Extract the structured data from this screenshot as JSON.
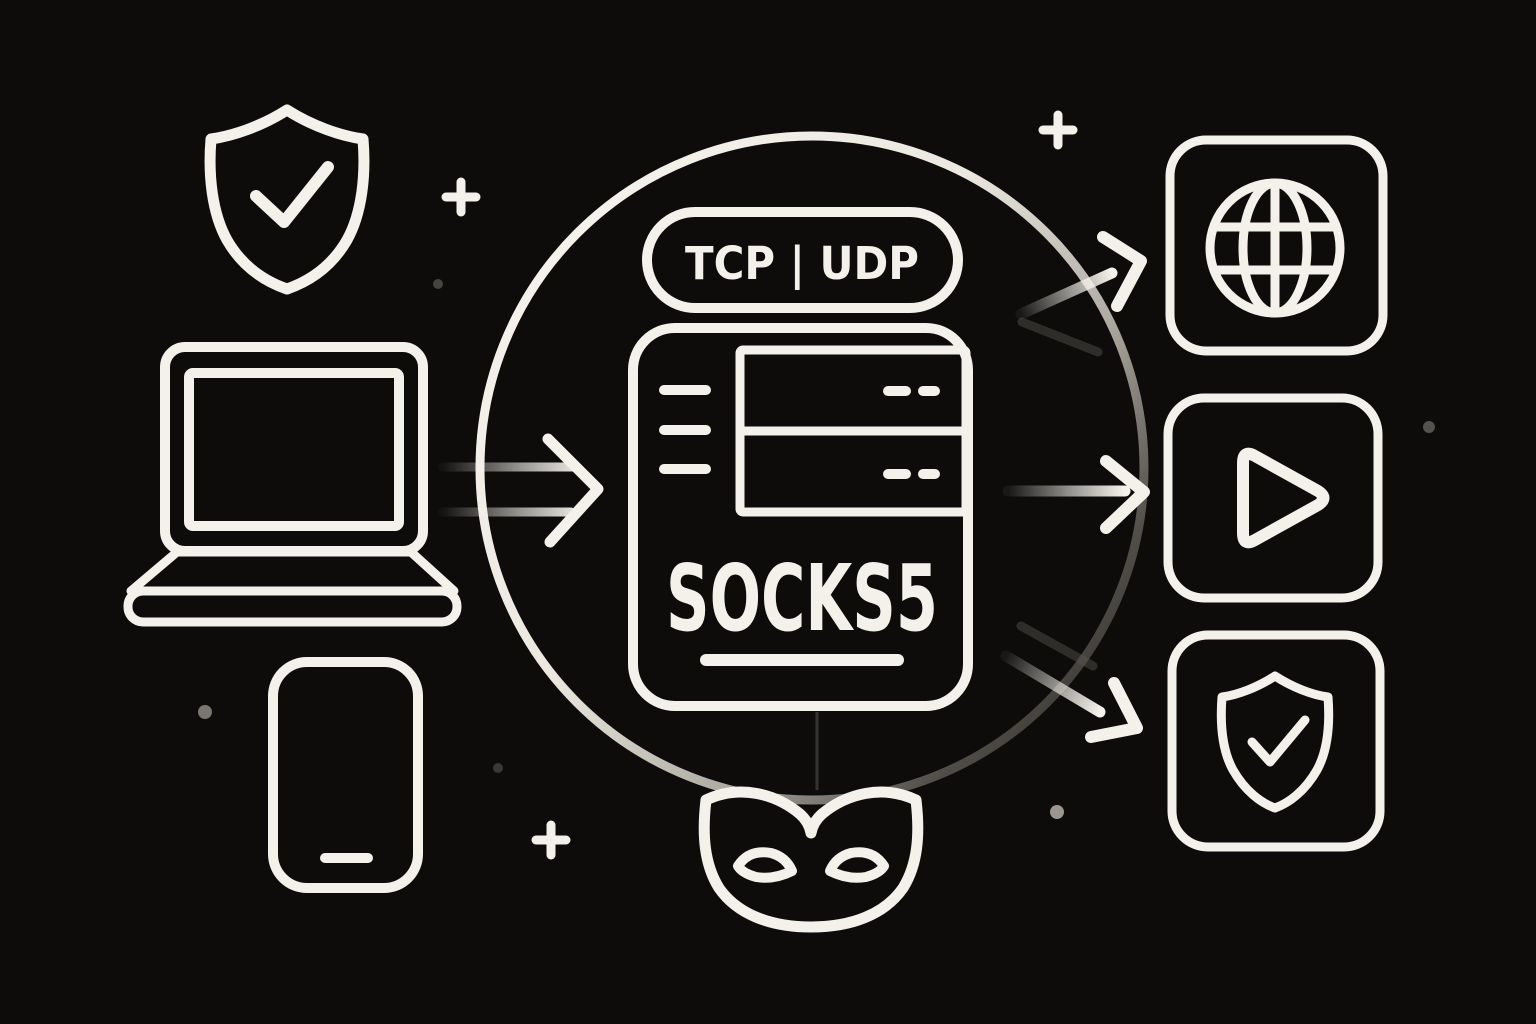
{
  "colors": {
    "background": "#0d0c0b",
    "ink": "#f4f1ea",
    "dim": "#5a5751",
    "faint": "#35332f"
  },
  "proxy": {
    "protocol_badge": "TCP | UDP",
    "server_label": "SOCKS5",
    "icons": [
      "proxy-server-icon",
      "anonymity-mask-icon",
      "proxy-ring"
    ]
  },
  "clients": {
    "icons": [
      "shield-check-icon",
      "laptop-icon",
      "smartphone-icon"
    ]
  },
  "destinations": {
    "icons": [
      "globe-icon",
      "play-icon",
      "shield-check-icon"
    ]
  },
  "decorations": {
    "icons": [
      "plus-icon",
      "dot"
    ]
  }
}
